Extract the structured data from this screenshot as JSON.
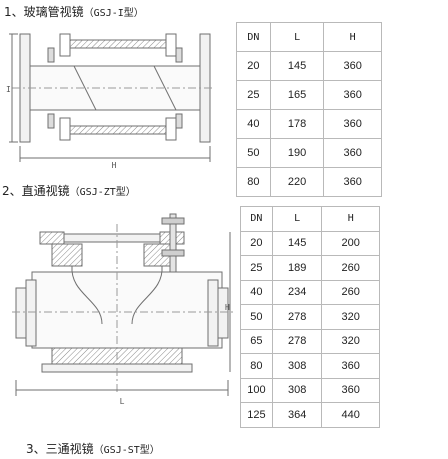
{
  "section1": {
    "number": "1、",
    "title": "玻璃管视镜",
    "code": "（GSJ-I型）",
    "dim_labels": {
      "left": "I",
      "bottom": "H"
    },
    "table": {
      "headers": [
        "DN",
        "L",
        "H"
      ],
      "rows": [
        [
          "20",
          "145",
          "360"
        ],
        [
          "25",
          "165",
          "360"
        ],
        [
          "40",
          "178",
          "360"
        ],
        [
          "50",
          "190",
          "360"
        ],
        [
          "80",
          "220",
          "360"
        ]
      ]
    }
  },
  "section2": {
    "number": "2、",
    "title": "直通视镜",
    "code": "（GSJ-ZT型）",
    "dim_labels": {
      "right": "H",
      "bottom": "L"
    },
    "table": {
      "headers": [
        "DN",
        "L",
        "H"
      ],
      "rows": [
        [
          "20",
          "145",
          "200"
        ],
        [
          "25",
          "189",
          "260"
        ],
        [
          "40",
          "234",
          "260"
        ],
        [
          "50",
          "278",
          "320"
        ],
        [
          "65",
          "278",
          "320"
        ],
        [
          "80",
          "308",
          "360"
        ],
        [
          "100",
          "308",
          "360"
        ],
        [
          "125",
          "364",
          "440"
        ]
      ]
    }
  },
  "section3": {
    "number": "3、",
    "title": "三通视镜",
    "code": "（GSJ-ST型）"
  },
  "colors": {
    "line": "#6f6f6f",
    "hatch": "#8a8a8a",
    "table_border": "#b9b9b9"
  }
}
